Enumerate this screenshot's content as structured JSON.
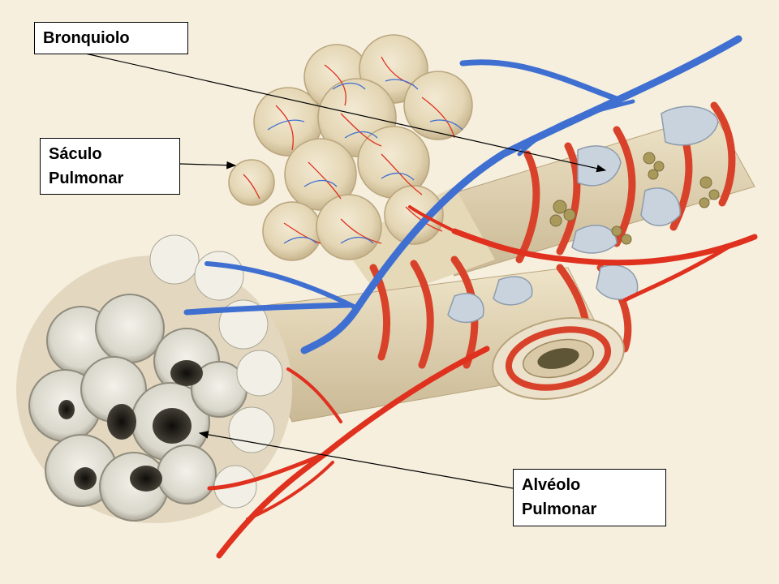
{
  "labels": {
    "bronquiolo": {
      "lines": [
        "Bronquiolo"
      ]
    },
    "saculo": {
      "lines": [
        "Sáculo",
        "Pulmonar"
      ]
    },
    "alveolo": {
      "lines": [
        "Alvéolo",
        "Pulmonar"
      ]
    }
  },
  "colors": {
    "background": "#f6efde",
    "tissue": "#e8dcbf",
    "tissue_shadow": "#c9b995",
    "artery": "#e0301e",
    "vein": "#3f6fd0",
    "muscle": "#d8422a",
    "cartilage": "#c9d3de",
    "alveolus_cavity": "#1f1b16",
    "pointer": "#000000"
  }
}
